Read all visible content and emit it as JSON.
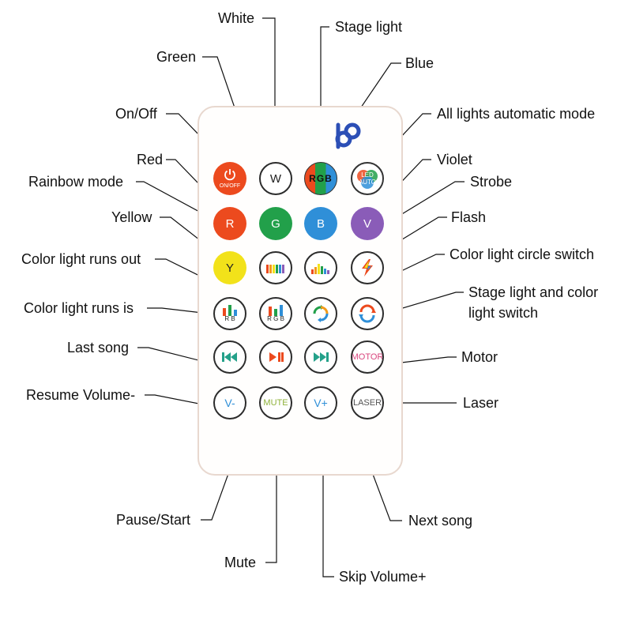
{
  "labels": {
    "white": "White",
    "stage_light": "Stage light",
    "green": "Green",
    "blue": "Blue",
    "on_off": "On/Off",
    "all_auto": "All lights automatic mode",
    "red": "Red",
    "violet": "Violet",
    "rainbow": "Rainbow mode",
    "strobe": "Strobe",
    "yellow": "Yellow",
    "flash": "Flash",
    "runs_out": "Color light runs out",
    "circle_switch": "Color light circle switch",
    "runs_is": "Color light runs is",
    "stage_color_switch_1": "Stage light and color",
    "stage_color_switch_2": "light switch",
    "last_song": "Last song",
    "motor": "Motor",
    "resume_vol": "Resume Volume-",
    "laser": "Laser",
    "pause_start": "Pause/Start",
    "next_song": "Next song",
    "mute": "Mute",
    "skip_vol": "Skip Volume+"
  },
  "buttons": {
    "onoff_text": "ON/OFF",
    "w": "W",
    "rgb_r": "R",
    "rgb_g": "G",
    "rgb_b": "B",
    "led": "LED",
    "auto": "AUTO",
    "r": "R",
    "g": "G",
    "b": "B",
    "v": "V",
    "y": "Y",
    "rgb_mini_r": "R",
    "rgb_mini_g": "G",
    "rgb_mini_b": "B",
    "motor": "MOTOR",
    "vminus": "V-",
    "mute": "MUTE",
    "vplus": "V+",
    "laser": "LASER"
  },
  "colors": {
    "red": "#ec4a1e",
    "green": "#22a04a",
    "blue": "#2f8fd8",
    "violet": "#8a5cb8",
    "yellow": "#f2e21a",
    "teal": "#24a18a",
    "motor_pink": "#d9467e"
  },
  "icons": {
    "power": "power-icon",
    "prev": "previous-track-icon",
    "play_pause": "play-pause-icon",
    "next": "next-track-icon",
    "flash": "lightning-icon",
    "circle": "circular-arrows-icon",
    "bars": "equalizer-bars-icon",
    "logo": "brand-logo"
  }
}
